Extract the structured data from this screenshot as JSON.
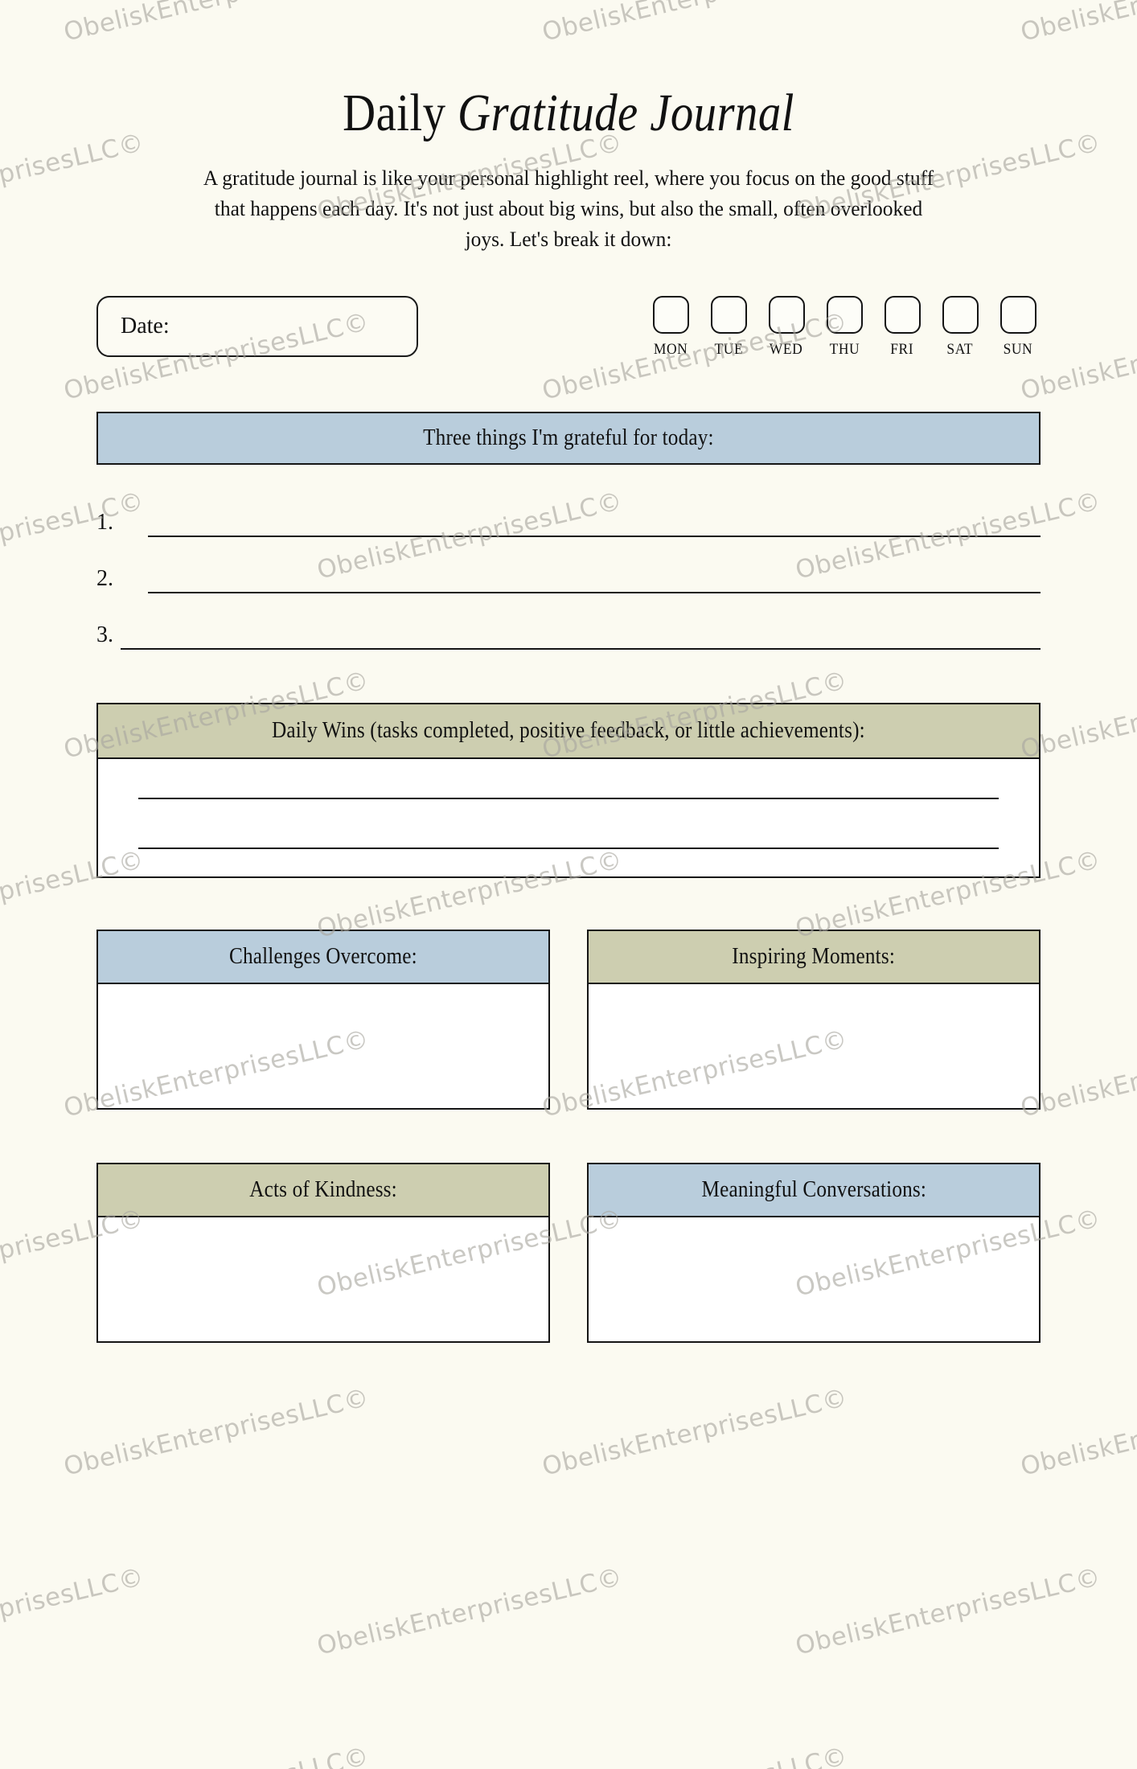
{
  "document": {
    "title_regular": "Daily ",
    "title_italic": "Gratitude Journal",
    "intro": "A gratitude journal is like your personal highlight reel, where you focus on the good stuff that happens each day. It's not just about big wins, but also the small, often overlooked joys. Let's break it down:"
  },
  "meta": {
    "date_label": "Date:",
    "weekdays": [
      "MON",
      "TUE",
      "WED",
      "THU",
      "FRI",
      "SAT",
      "SUN"
    ]
  },
  "sections": {
    "gratitude": {
      "heading": "Three things I'm grateful for today:",
      "items": [
        "1.",
        "2.",
        "3."
      ]
    },
    "daily_wins": {
      "heading": "Daily Wins (tasks completed, positive feedback, or little achievements):"
    },
    "challenges": {
      "heading": "Challenges Overcome:"
    },
    "inspiring": {
      "heading": "Inspiring Moments:"
    },
    "kindness": {
      "heading": "Acts of Kindness:"
    },
    "conversations": {
      "heading": "Meaningful Conversations:"
    }
  },
  "watermark": {
    "text": "ObeliskEnterprisesLLC©"
  },
  "colors": {
    "page_background": "#fbfaf1",
    "accent_blue": "#b9cddc",
    "accent_khaki": "#cdceb0",
    "ink": "#151515",
    "field_white": "#ffffff",
    "watermark_gray": "#a9a7a0"
  }
}
